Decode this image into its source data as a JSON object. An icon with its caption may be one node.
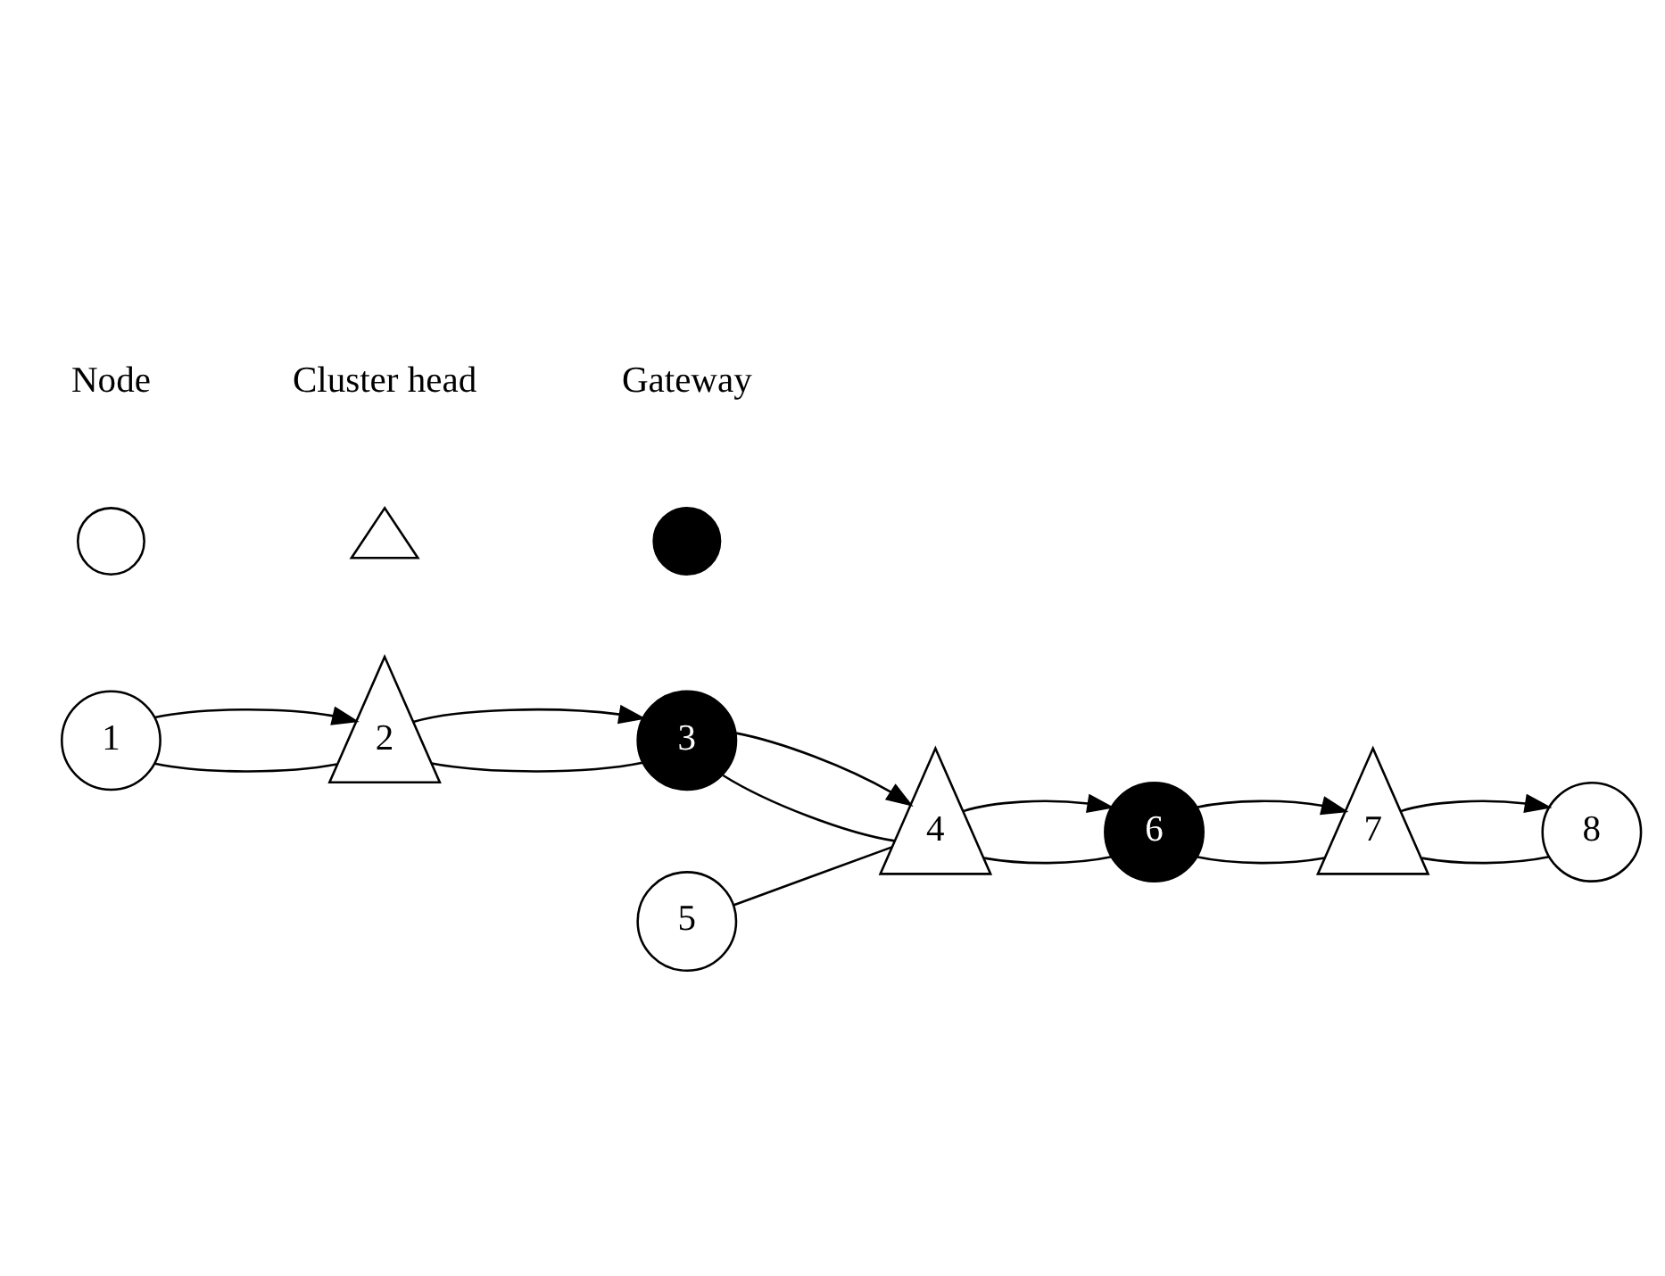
{
  "diagram": {
    "nodes": [
      {
        "text": [
          "1"
        ]
      },
      {
        "text": [
          "2"
        ]
      },
      {
        "text": [
          "3"
        ]
      },
      {
        "text": [
          "4"
        ]
      },
      {
        "text": [
          "5"
        ]
      },
      {
        "text": [
          "6"
        ]
      },
      {
        "text": [
          "7"
        ]
      },
      {
        "text": [
          "8"
        ]
      },
      {
        "text": [],
        "shape": "circle"
      },
      {
        "text": [],
        "shape": "triangle"
      },
      {
        "text": [],
        "shape": "circle"
      }
    ],
    "edges": [
      {
        "from": 0,
        "to": 1,
        "arrow": "none"
      },
      {
        "from": 1,
        "to": 2,
        "arrow": "none"
      },
      {
        "from": 2,
        "to": 3,
        "arrow": "none"
      },
      {
        "from": 4,
        "to": 3,
        "arrow": "none"
      },
      {
        "from": 3,
        "to": 5,
        "arrow": "none"
      },
      {
        "from": 5,
        "to": 6,
        "arrow": "none"
      },
      {
        "from": 6,
        "to": 7,
        "arrow": "none"
      },
      {
        "from": 0,
        "to": 1,
        "arrow": "to"
      },
      {
        "from": 1,
        "to": 2,
        "arrow": "to"
      },
      {
        "from": 2,
        "to": 3,
        "arrow": "to"
      },
      {
        "from": 3,
        "to": 5,
        "arrow": "to"
      },
      {
        "from": 5,
        "to": 6,
        "arrow": "to"
      },
      {
        "from": 6,
        "to": 7,
        "arrow": "to"
      }
    ],
    "legend": [
      {
        "text": "Node"
      },
      {
        "text": "Cluster head"
      },
      {
        "text": "Gateway"
      }
    ]
  }
}
